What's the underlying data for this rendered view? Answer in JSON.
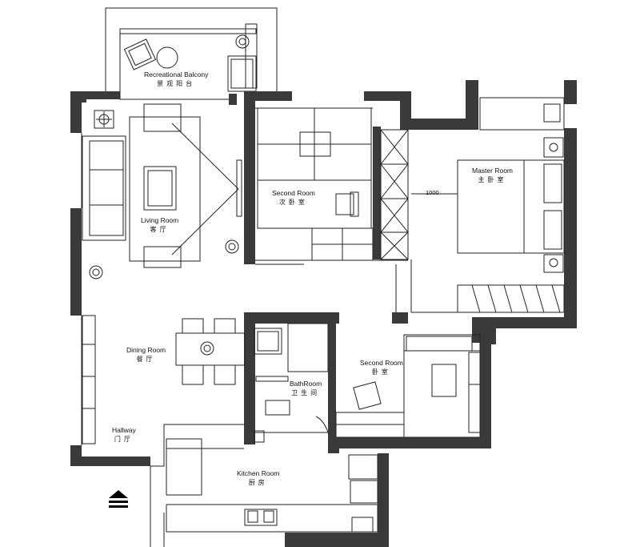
{
  "rooms": {
    "balcony": {
      "en": "Recreational Balcony",
      "zh": "景观阳台"
    },
    "living": {
      "en": "Living Room",
      "zh": "客厅"
    },
    "second1": {
      "en": "Second Room",
      "zh": "次卧室"
    },
    "master": {
      "en": "Master Room",
      "zh": "主卧室"
    },
    "dining": {
      "en": "Dining Room",
      "zh": "餐厅"
    },
    "bath": {
      "en": "BathRoom",
      "zh": "卫生间"
    },
    "second2": {
      "en": "Second Room",
      "zh": "卧室"
    },
    "hallway": {
      "en": "Hallway",
      "zh": "门厅"
    },
    "kitchen": {
      "en": "Kitchen Room",
      "zh": "厨房"
    }
  },
  "dimension_label": "1000",
  "colors": {
    "wall": "#3a3a3a",
    "line": "#222222",
    "background": "#ffffff"
  },
  "icons": [
    "entrance-arrow-icon",
    "plant-icon",
    "door-swing-icon"
  ]
}
